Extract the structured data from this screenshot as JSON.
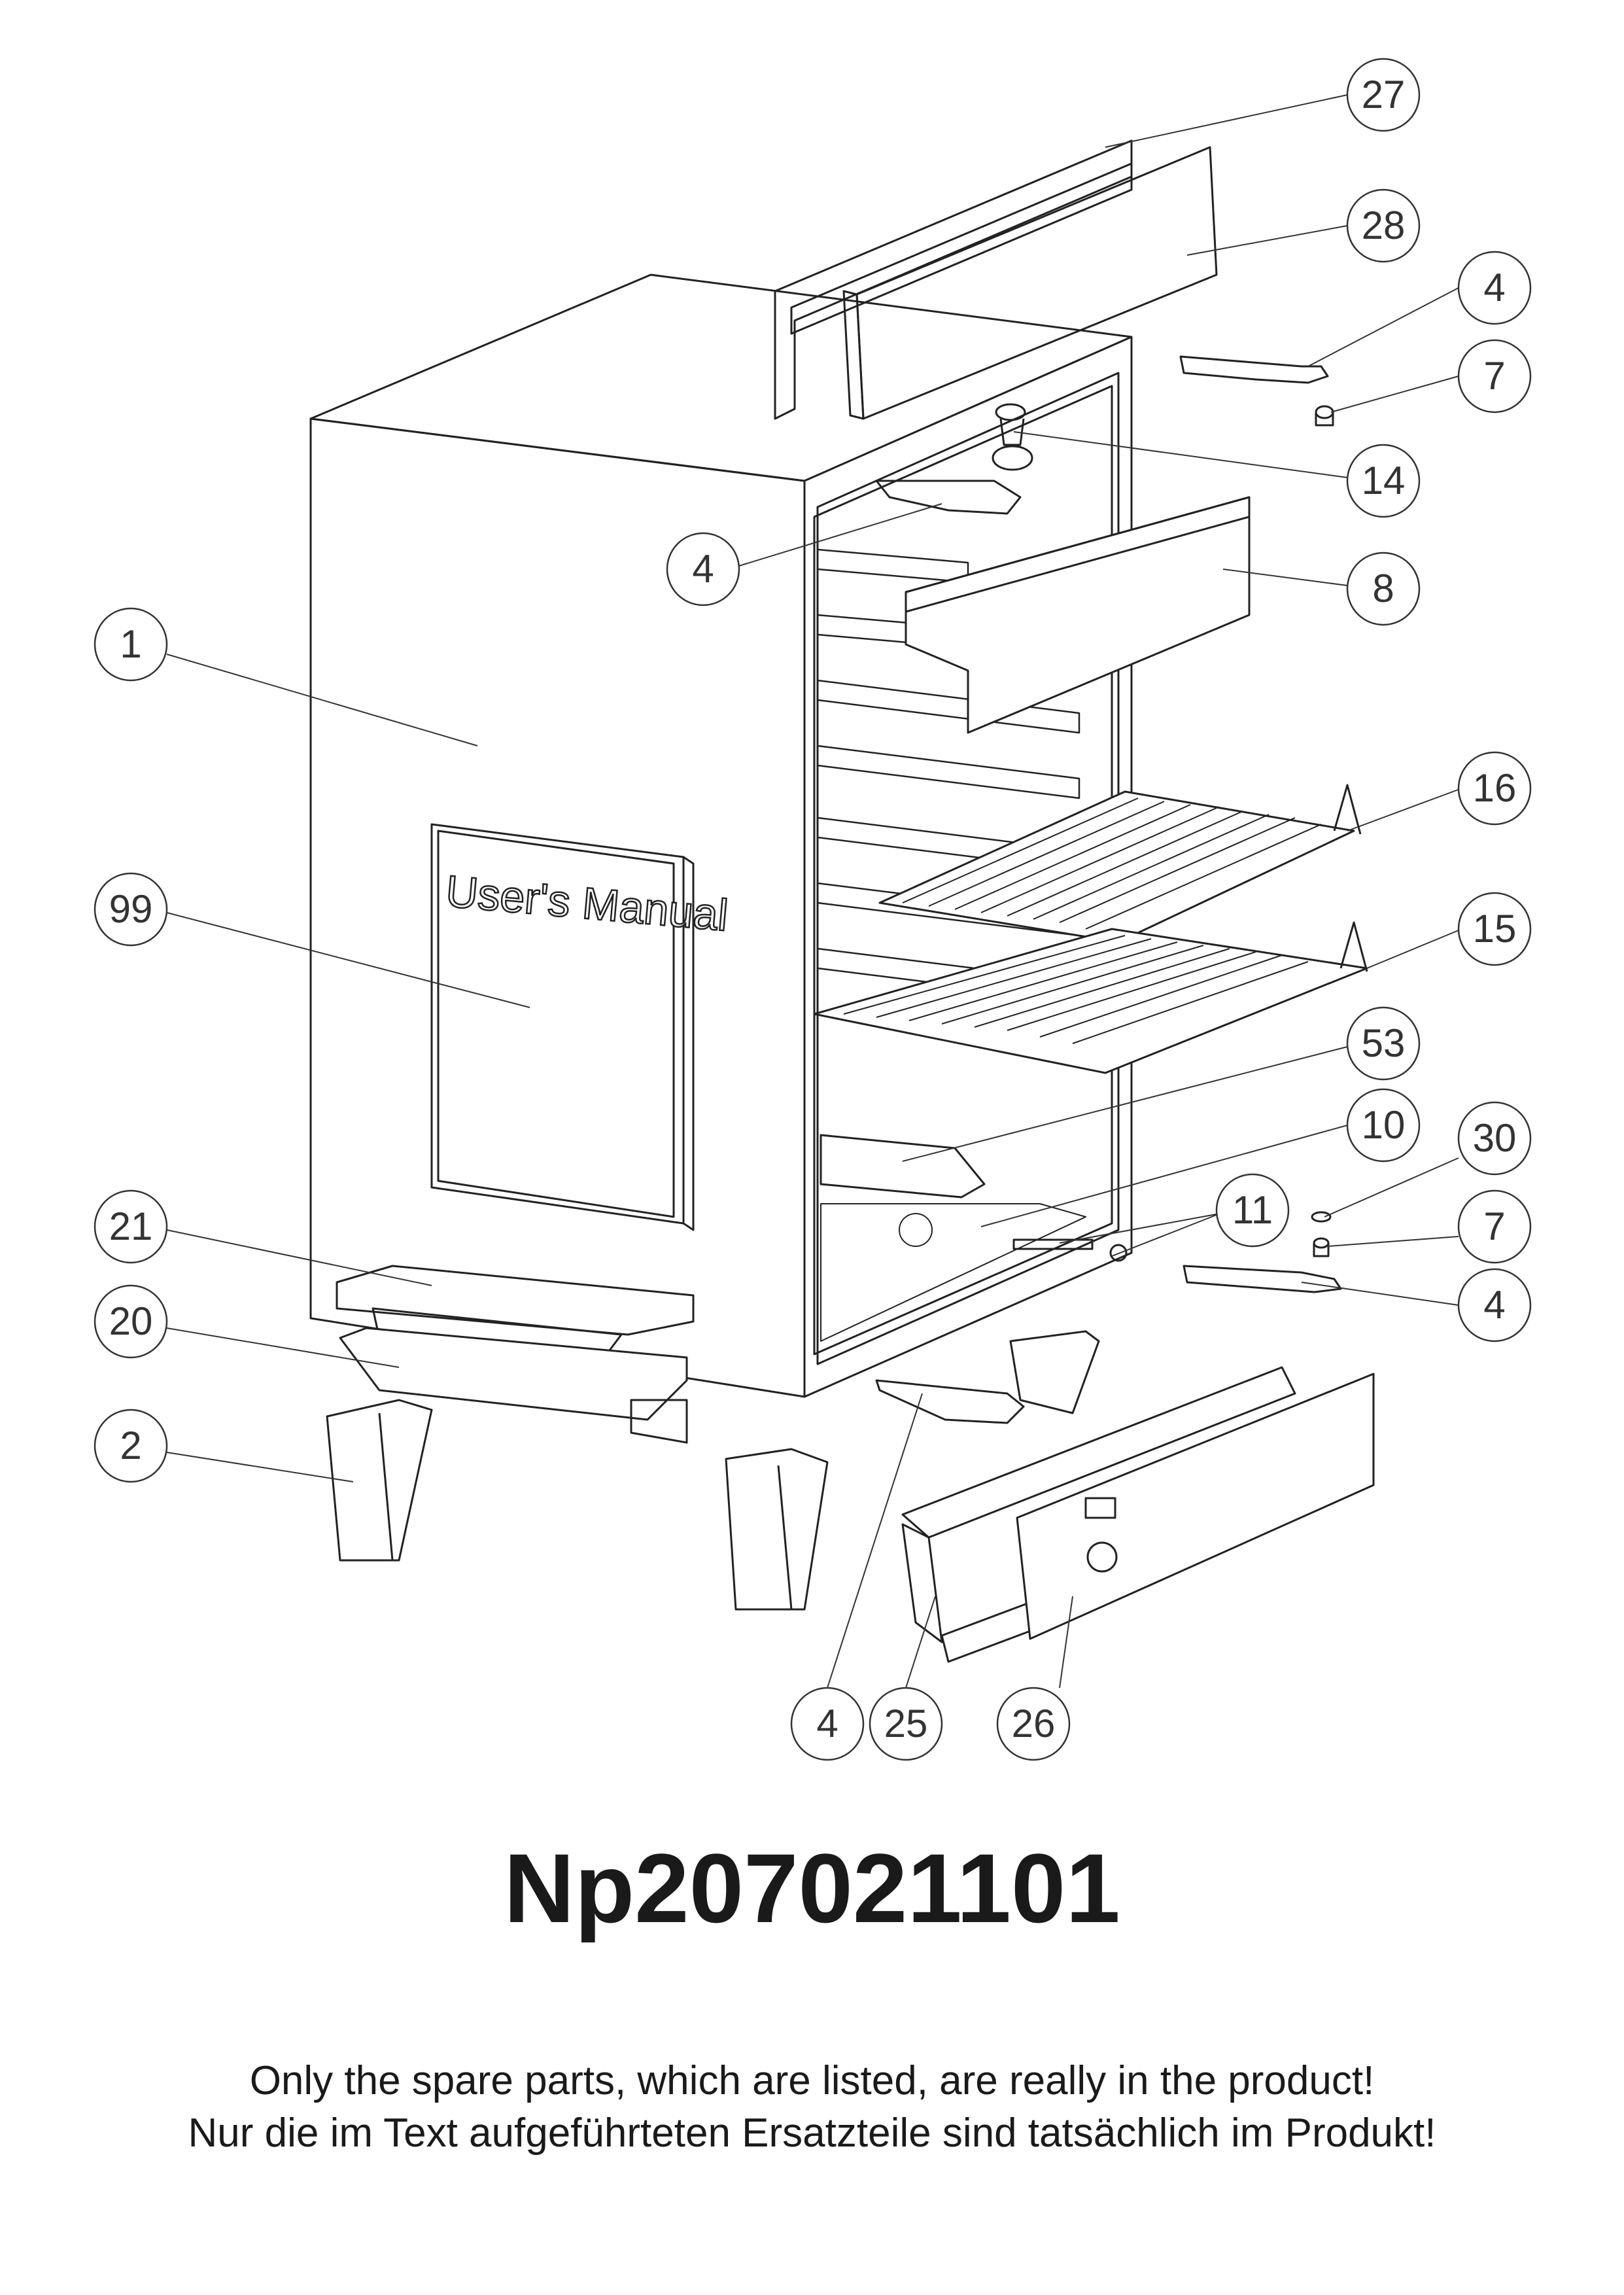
{
  "document": {
    "title": "Np207021101",
    "notes": [
      "Only the spare parts, which are listed, are really in the product!",
      "Nur die im Text aufgeführteten Ersatzteile sind tatsächlich im Produkt!"
    ]
  },
  "diagram": {
    "manual_label": "User's Manual",
    "callouts": [
      "27",
      "28",
      "4",
      "7",
      "14",
      "4",
      "8",
      "1",
      "16",
      "99",
      "15",
      "53",
      "10",
      "30",
      "21",
      "11",
      "7",
      "20",
      "4",
      "2",
      "4",
      "25",
      "26"
    ]
  }
}
